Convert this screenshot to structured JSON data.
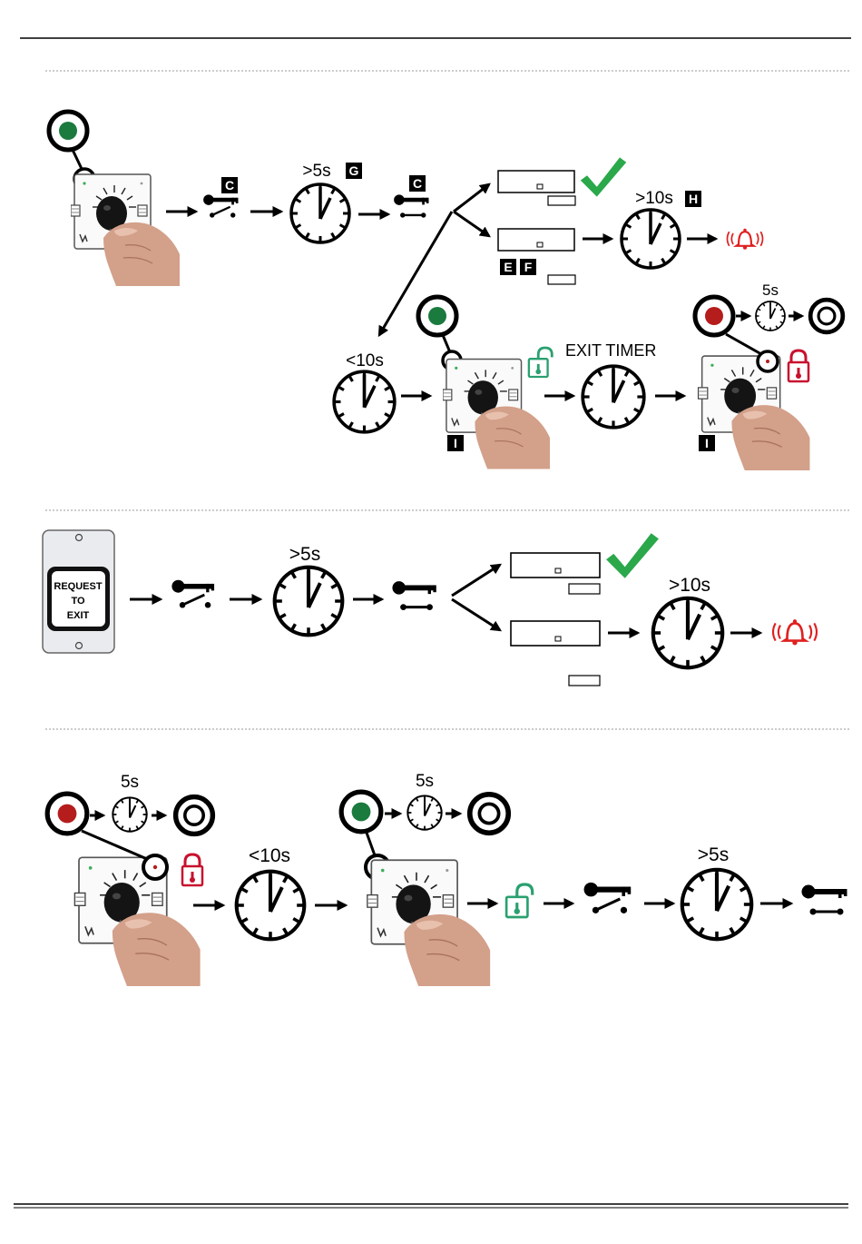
{
  "labels": {
    "gt5s_1": ">5s",
    "gt10s_1": ">10s",
    "lt10s_1": "<10s",
    "exit_timer": "EXIT TIMER",
    "s5_a": "5s",
    "gt5s_2": ">5s",
    "gt10s_2": ">10s",
    "s5_b": "5s",
    "lt10s_3": "<10s",
    "s5_c": "5s",
    "gt5s_3": ">5s"
  },
  "badges": {
    "c1": "C",
    "g": "G",
    "c2": "C",
    "h": "H",
    "e": "E",
    "f": "F",
    "i1": "I",
    "i2": "I"
  },
  "rte_button": {
    "line1": "REQUEST",
    "line2": "TO",
    "line3": "EXIT"
  },
  "colors": {
    "led_green": "#1b7a3e",
    "led_red": "#b51c1c",
    "check_green": "#2aa84a",
    "alarm_red": "#e02020",
    "lock_red": "#c8102e",
    "unlock_green": "#2aa070"
  },
  "icons": [
    "led-callout-icon",
    "keypad-icon",
    "key-switch-icon",
    "clock-icon",
    "checkmark-icon",
    "alarm-bell-icon",
    "lock-icon",
    "unlock-icon",
    "ring-off-icon",
    "request-to-exit-button-icon"
  ]
}
